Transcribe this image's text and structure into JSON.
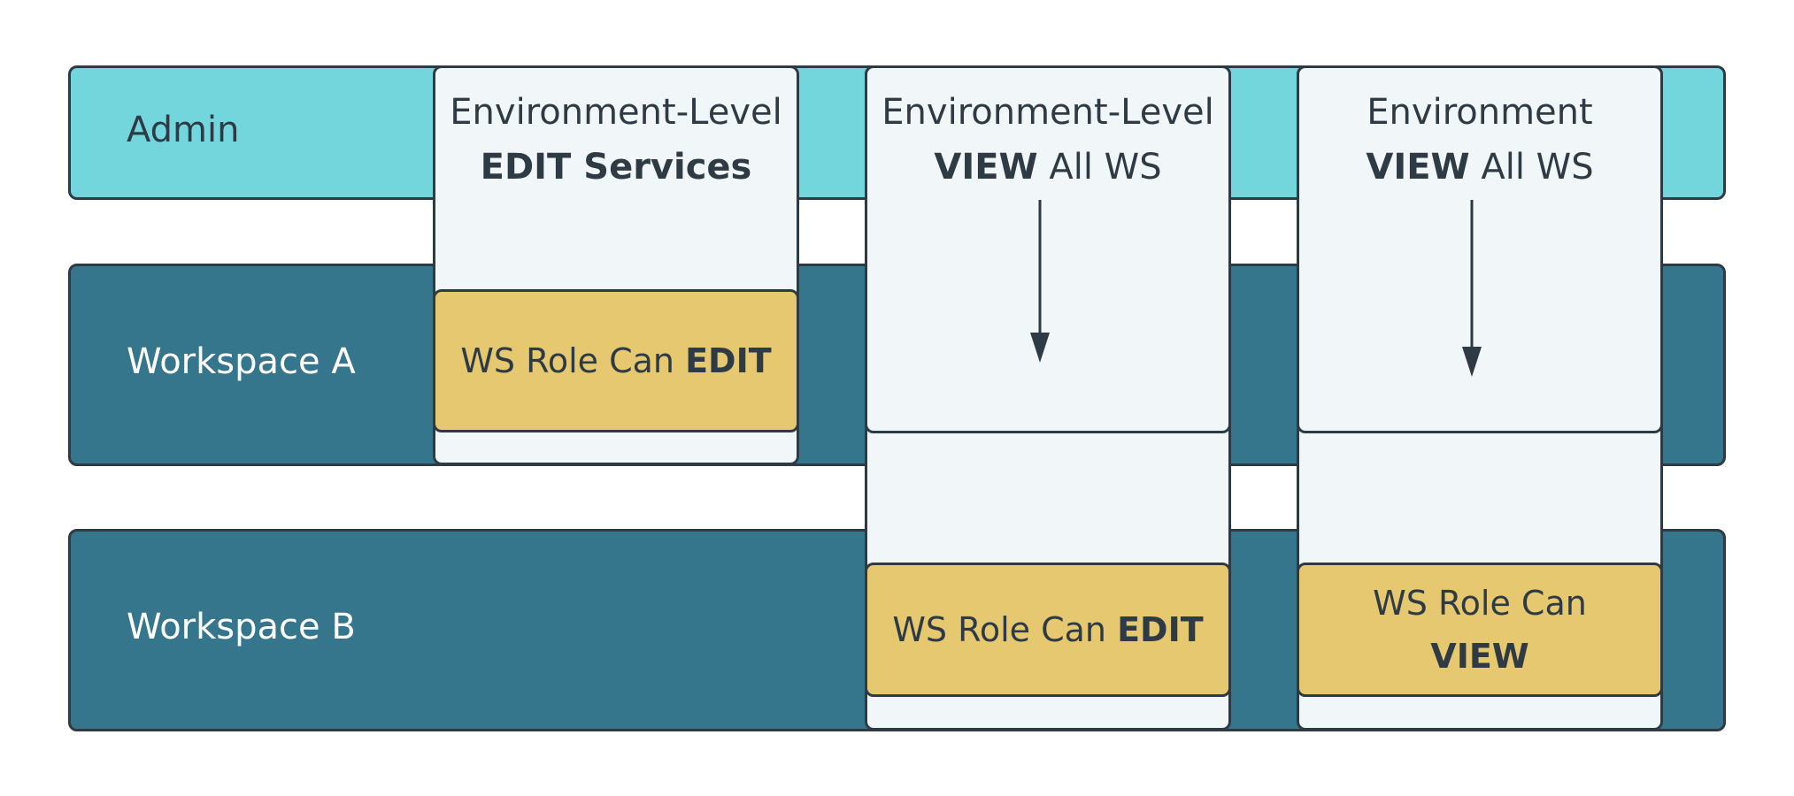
{
  "bands": {
    "admin": "Admin",
    "workspace_a": "Workspace A",
    "workspace_b": "Workspace B"
  },
  "columns": [
    {
      "title_line1": "Environment-Level",
      "title_line2_bold": "EDIT Services",
      "title_line2_rest": "",
      "role_text": "WS Role Can ",
      "role_bold": "EDIT"
    },
    {
      "title_line1": "Environment-Level",
      "title_line2_bold": "VIEW",
      "title_line2_rest": " All WS",
      "role_text": "WS Role Can ",
      "role_bold": "EDIT"
    },
    {
      "title_line1": "Environment",
      "title_line2_bold": "VIEW",
      "title_line2_rest": " All WS",
      "role_text": "WS Role Can",
      "role_bold": "VIEW"
    }
  ],
  "colors": {
    "admin_band": "#74d6dd",
    "workspace_band": "#35768d",
    "column_fill": "#f1f6f9",
    "role_fill": "#e6c870",
    "outline": "#2f3b44"
  },
  "icons": {
    "flow_arrow": "arrow-down-icon"
  }
}
